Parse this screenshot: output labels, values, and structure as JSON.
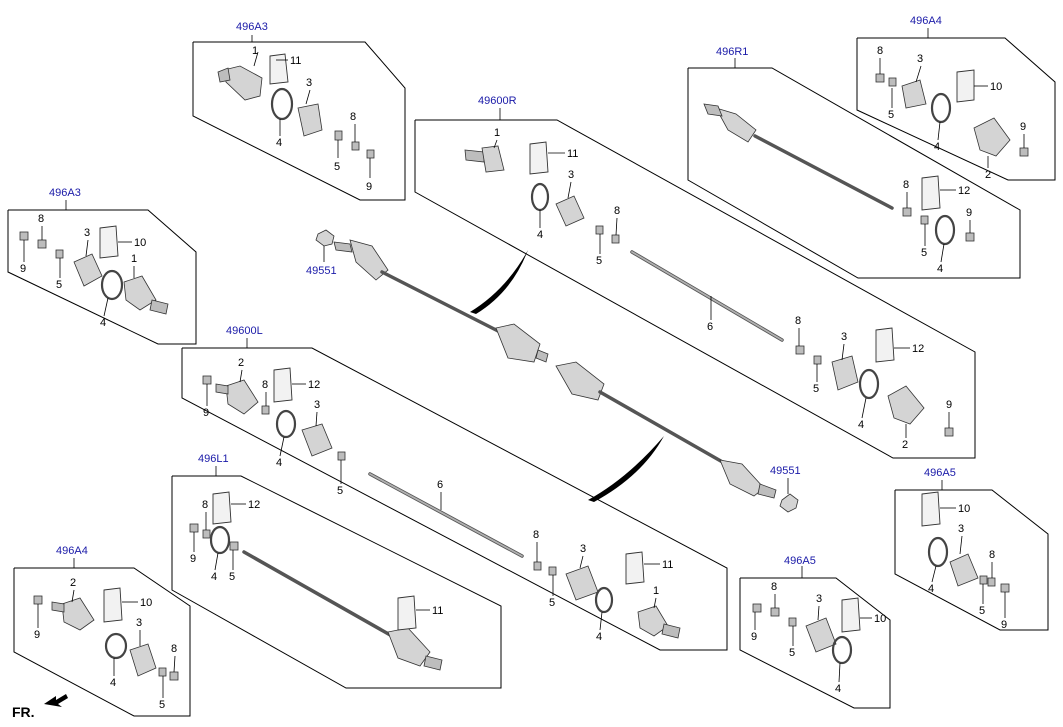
{
  "groups": {
    "top_left_1": {
      "ref": "496A3",
      "nums": [
        "1",
        "11",
        "3",
        "4",
        "8",
        "5",
        "9"
      ]
    },
    "top_right_1": {
      "ref": "496A4",
      "nums": [
        "8",
        "3",
        "10",
        "5",
        "4",
        "9",
        "2"
      ]
    },
    "center_right": {
      "ref": "496R1",
      "nums": [
        "8",
        "12",
        "9",
        "5",
        "4"
      ]
    },
    "center_top": {
      "ref": "49600R",
      "nums": [
        "1",
        "11",
        "3",
        "8",
        "4",
        "5",
        "6",
        "8",
        "3",
        "12",
        "5",
        "4",
        "9",
        "2"
      ]
    },
    "left_1": {
      "ref": "496A3",
      "nums": [
        "8",
        "3",
        "10",
        "1",
        "9",
        "5",
        "4"
      ]
    },
    "nut_left": {
      "ref": "49551"
    },
    "center_left": {
      "ref": "49600L",
      "nums": [
        "2",
        "8",
        "12",
        "9",
        "3",
        "4",
        "5",
        "6",
        "8",
        "3",
        "11",
        "5",
        "4",
        "1"
      ]
    },
    "nut_right": {
      "ref": "49551"
    },
    "right_mid": {
      "ref": "496A5",
      "nums": [
        "10",
        "3",
        "8",
        "4",
        "5",
        "9"
      ]
    },
    "bottom_left_1": {
      "ref": "496L1",
      "nums": [
        "8",
        "12",
        "9",
        "4",
        "5",
        "11"
      ]
    },
    "bottom_mid": {
      "ref": "496A5",
      "nums": [
        "8",
        "3",
        "10",
        "9",
        "5",
        "4"
      ]
    },
    "bottom_left_2": {
      "ref": "496A4",
      "nums": [
        "2",
        "10",
        "9",
        "3",
        "8",
        "4",
        "5"
      ]
    }
  },
  "direction_label": "FR."
}
